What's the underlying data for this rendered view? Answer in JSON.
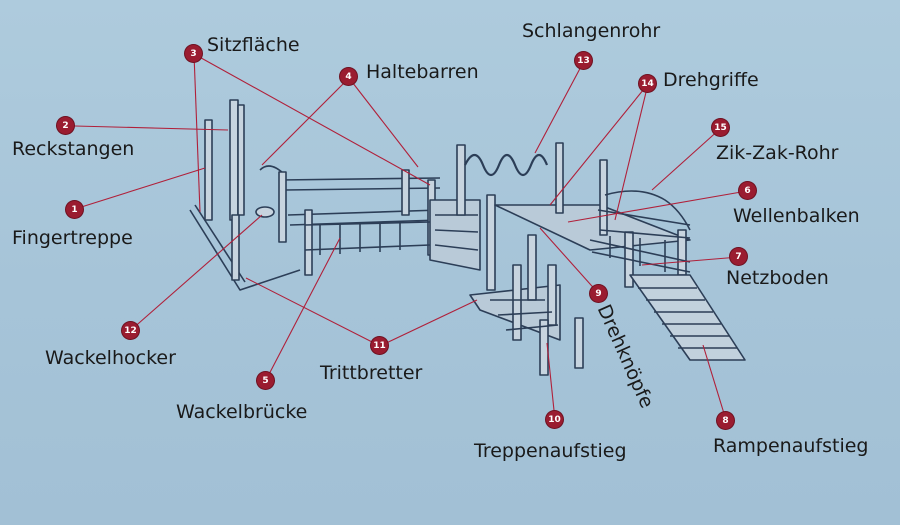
{
  "callouts": [
    {
      "num": "1",
      "label": "Fingertreppe"
    },
    {
      "num": "2",
      "label": "Reckstangen"
    },
    {
      "num": "3",
      "label": "Sitzfläche"
    },
    {
      "num": "4",
      "label": "Haltebarren"
    },
    {
      "num": "5",
      "label": "Wackelbrücke"
    },
    {
      "num": "6",
      "label": "Wellenbalken"
    },
    {
      "num": "7",
      "label": "Netzboden"
    },
    {
      "num": "8",
      "label": "Rampenaufstieg"
    },
    {
      "num": "9",
      "label": "Drehknöpfe"
    },
    {
      "num": "10",
      "label": "Treppenaufstieg"
    },
    {
      "num": "11",
      "label": "Trittbretter"
    },
    {
      "num": "12",
      "label": "Wackelhocker"
    },
    {
      "num": "13",
      "label": "Schlangenrohr"
    },
    {
      "num": "14",
      "label": "Drehgriffe"
    },
    {
      "num": "15",
      "label": "Zik-Zak-Rohr"
    }
  ],
  "colors": {
    "background": "#a9c7db",
    "badge": "#9a1c30",
    "leader": "#b0203a",
    "structure": "#2c3e57"
  }
}
